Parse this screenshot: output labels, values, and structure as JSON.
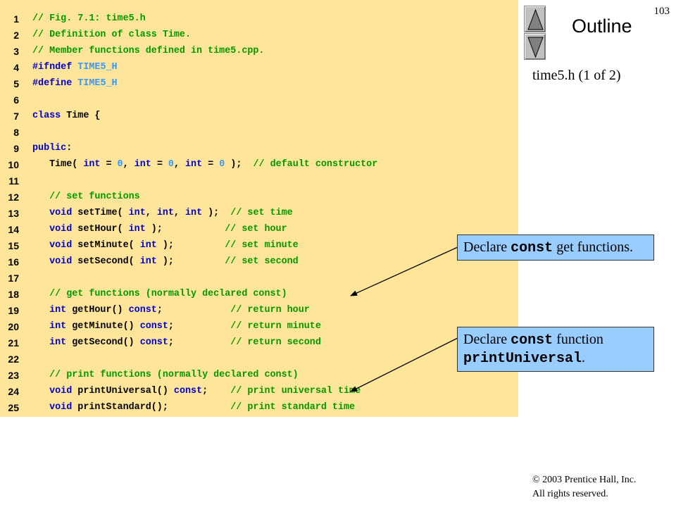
{
  "header": {
    "outline_title": "Outline",
    "page_number": "103",
    "subtitle": "time5.h (1 of 2)"
  },
  "navigation": {
    "up_icon": "triangle-up-icon",
    "down_icon": "triangle-down-icon"
  },
  "code": {
    "lines": [
      {
        "num": "1",
        "tokens": [
          {
            "t": "// Fig. 7.1: time5.h",
            "k": "comment"
          }
        ]
      },
      {
        "num": "2",
        "tokens": [
          {
            "t": "// Definition of class Time.",
            "k": "comment"
          }
        ]
      },
      {
        "num": "3",
        "tokens": [
          {
            "t": "// Member functions defined in time5.cpp.",
            "k": "comment"
          }
        ]
      },
      {
        "num": "4",
        "tokens": [
          {
            "t": "#ifndef",
            "k": "keyword"
          },
          {
            "t": " ",
            "k": "text"
          },
          {
            "t": "TIME5_H",
            "k": "macro"
          }
        ]
      },
      {
        "num": "5",
        "tokens": [
          {
            "t": "#define",
            "k": "keyword"
          },
          {
            "t": " ",
            "k": "text"
          },
          {
            "t": "TIME5_H",
            "k": "macro"
          }
        ]
      },
      {
        "num": "6",
        "tokens": []
      },
      {
        "num": "7",
        "tokens": [
          {
            "t": "class",
            "k": "keyword"
          },
          {
            "t": " Time {",
            "k": "text"
          }
        ]
      },
      {
        "num": "8",
        "tokens": []
      },
      {
        "num": "9",
        "tokens": [
          {
            "t": "public",
            "k": "keyword"
          },
          {
            "t": ":",
            "k": "text"
          }
        ]
      },
      {
        "num": "10",
        "tokens": [
          {
            "t": "   Time( ",
            "k": "text"
          },
          {
            "t": "int",
            "k": "keyword"
          },
          {
            "t": " = ",
            "k": "text"
          },
          {
            "t": "0",
            "k": "number"
          },
          {
            "t": ", ",
            "k": "text"
          },
          {
            "t": "int",
            "k": "keyword"
          },
          {
            "t": " = ",
            "k": "text"
          },
          {
            "t": "0",
            "k": "number"
          },
          {
            "t": ", ",
            "k": "text"
          },
          {
            "t": "int",
            "k": "keyword"
          },
          {
            "t": " = ",
            "k": "text"
          },
          {
            "t": "0",
            "k": "number"
          },
          {
            "t": " );  ",
            "k": "text"
          },
          {
            "t": "// default constructor",
            "k": "comment"
          }
        ]
      },
      {
        "num": "11",
        "tokens": []
      },
      {
        "num": "12",
        "tokens": [
          {
            "t": "   ",
            "k": "text"
          },
          {
            "t": "// set functions",
            "k": "comment"
          }
        ]
      },
      {
        "num": "13",
        "tokens": [
          {
            "t": "   ",
            "k": "text"
          },
          {
            "t": "void",
            "k": "keyword"
          },
          {
            "t": " setTime( ",
            "k": "text"
          },
          {
            "t": "int",
            "k": "keyword"
          },
          {
            "t": ", ",
            "k": "text"
          },
          {
            "t": "int",
            "k": "keyword"
          },
          {
            "t": ", ",
            "k": "text"
          },
          {
            "t": "int",
            "k": "keyword"
          },
          {
            "t": " );  ",
            "k": "text"
          },
          {
            "t": "// set time",
            "k": "comment"
          }
        ]
      },
      {
        "num": "14",
        "tokens": [
          {
            "t": "   ",
            "k": "text"
          },
          {
            "t": "void",
            "k": "keyword"
          },
          {
            "t": " setHour( ",
            "k": "text"
          },
          {
            "t": "int",
            "k": "keyword"
          },
          {
            "t": " );           ",
            "k": "text"
          },
          {
            "t": "// set hour",
            "k": "comment"
          }
        ]
      },
      {
        "num": "15",
        "tokens": [
          {
            "t": "   ",
            "k": "text"
          },
          {
            "t": "void",
            "k": "keyword"
          },
          {
            "t": " setMinute( ",
            "k": "text"
          },
          {
            "t": "int",
            "k": "keyword"
          },
          {
            "t": " );         ",
            "k": "text"
          },
          {
            "t": "// set minute",
            "k": "comment"
          }
        ]
      },
      {
        "num": "16",
        "tokens": [
          {
            "t": "   ",
            "k": "text"
          },
          {
            "t": "void",
            "k": "keyword"
          },
          {
            "t": " setSecond( ",
            "k": "text"
          },
          {
            "t": "int",
            "k": "keyword"
          },
          {
            "t": " );         ",
            "k": "text"
          },
          {
            "t": "// set second",
            "k": "comment"
          }
        ]
      },
      {
        "num": "17",
        "tokens": []
      },
      {
        "num": "18",
        "tokens": [
          {
            "t": "   ",
            "k": "text"
          },
          {
            "t": "// get functions (normally declared const)",
            "k": "comment"
          }
        ]
      },
      {
        "num": "19",
        "tokens": [
          {
            "t": "   ",
            "k": "text"
          },
          {
            "t": "int",
            "k": "keyword"
          },
          {
            "t": " getHour() ",
            "k": "text"
          },
          {
            "t": "const",
            "k": "keyword"
          },
          {
            "t": ";            ",
            "k": "text"
          },
          {
            "t": "// return hour",
            "k": "comment"
          }
        ]
      },
      {
        "num": "20",
        "tokens": [
          {
            "t": "   ",
            "k": "text"
          },
          {
            "t": "int",
            "k": "keyword"
          },
          {
            "t": " getMinute() ",
            "k": "text"
          },
          {
            "t": "const",
            "k": "keyword"
          },
          {
            "t": ";          ",
            "k": "text"
          },
          {
            "t": "// return minute",
            "k": "comment"
          }
        ]
      },
      {
        "num": "21",
        "tokens": [
          {
            "t": "   ",
            "k": "text"
          },
          {
            "t": "int",
            "k": "keyword"
          },
          {
            "t": " getSecond() ",
            "k": "text"
          },
          {
            "t": "const",
            "k": "keyword"
          },
          {
            "t": ";          ",
            "k": "text"
          },
          {
            "t": "// return second",
            "k": "comment"
          }
        ]
      },
      {
        "num": "22",
        "tokens": []
      },
      {
        "num": "23",
        "tokens": [
          {
            "t": "   ",
            "k": "text"
          },
          {
            "t": "// print functions (normally declared const)",
            "k": "comment"
          }
        ]
      },
      {
        "num": "24",
        "tokens": [
          {
            "t": "   ",
            "k": "text"
          },
          {
            "t": "void",
            "k": "keyword"
          },
          {
            "t": " printUniversal() ",
            "k": "text"
          },
          {
            "t": "const",
            "k": "keyword"
          },
          {
            "t": ";    ",
            "k": "text"
          },
          {
            "t": "// print universal time",
            "k": "comment"
          }
        ]
      },
      {
        "num": "25",
        "tokens": [
          {
            "t": "   ",
            "k": "text"
          },
          {
            "t": "void",
            "k": "keyword"
          },
          {
            "t": " printStandard();           ",
            "k": "text"
          },
          {
            "t": "// print standard time",
            "k": "comment"
          }
        ]
      }
    ]
  },
  "callouts": {
    "get_functions": {
      "pre": "Declare ",
      "code": "const",
      "post": " get functions."
    },
    "print_universal": {
      "pre": "Declare ",
      "code1": "const",
      "mid": " function ",
      "code2": "printUniversal",
      "post": "."
    }
  },
  "footer": {
    "copyright_line1": "© 2003 Prentice Hall, Inc.",
    "copyright_line2": "All rights reserved."
  }
}
